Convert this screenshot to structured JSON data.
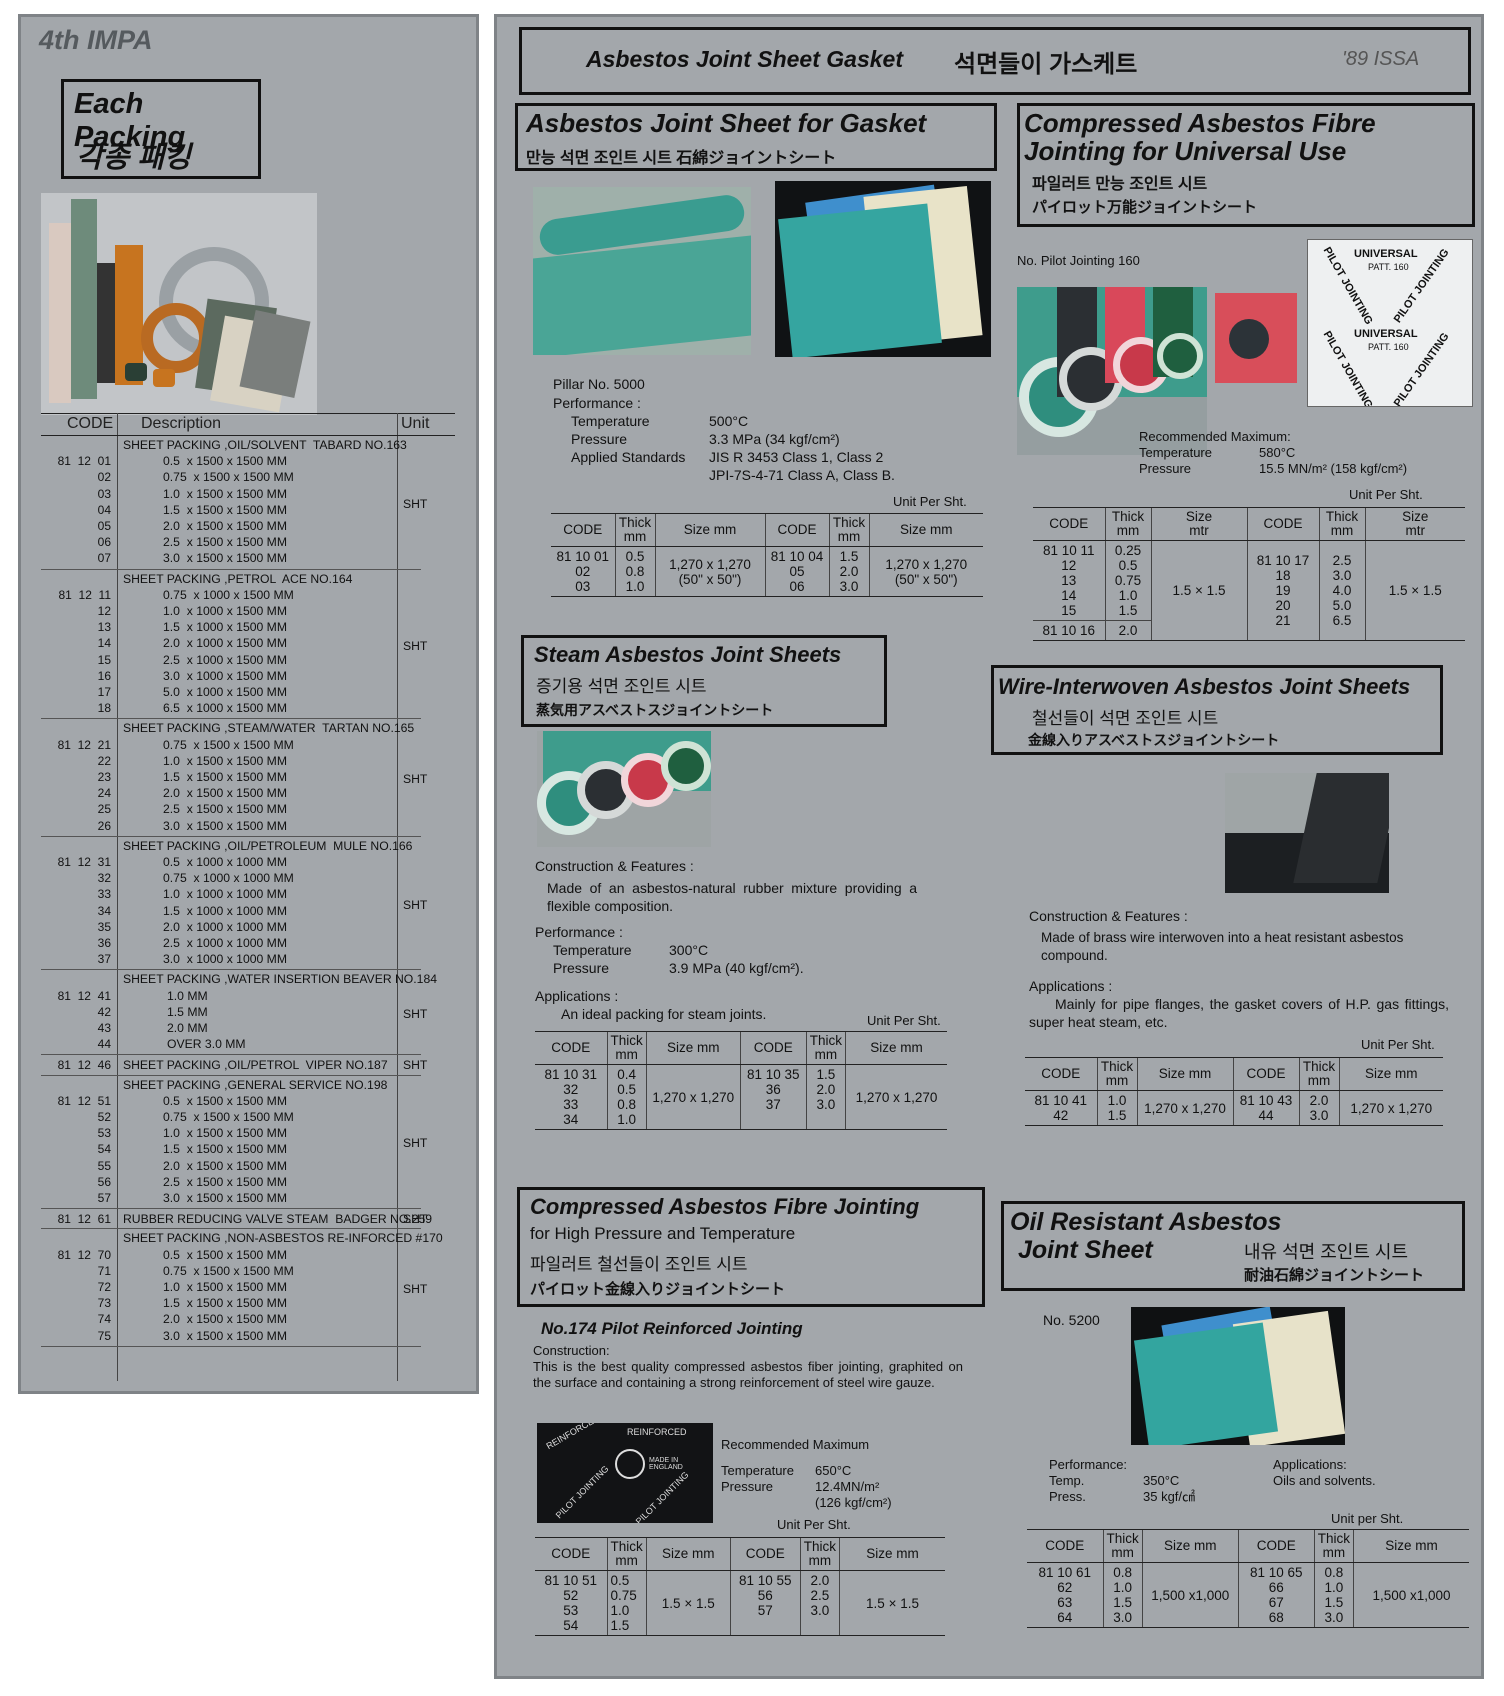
{
  "left": {
    "index_title": "4th IMPA",
    "title_en": "Each Packing",
    "title_ko": "각종 패킹",
    "headers": {
      "code": "CODE",
      "description": "Description",
      "unit": "Unit"
    },
    "groups": [
      {
        "title": "SHEET PACKING ,OIL/SOLVENT  TABARD NO.163",
        "codes": "81  12  01\n02\n03\n04\n05\n06\n07",
        "sizes": "0.5  x 1500 x 1500 MM\n0.75  x 1500 x 1500 MM\n1.0  x 1500 x 1500 MM\n1.5  x 1500 x 1500 MM\n2.0  x 1500 x 1500 MM\n2.5  x 1500 x 1500 MM\n3.0  x 1500 x 1500 MM",
        "unit": "SHT"
      },
      {
        "title": "SHEET PACKING ,PETROL  ACE NO.164",
        "codes": "81  12  11\n12\n13\n14\n15\n16\n17\n18",
        "sizes": "0.75  x 1000 x 1500 MM\n1.0  x 1000 x 1500 MM\n1.5  x 1000 x 1500 MM\n2.0  x 1000 x 1500 MM\n2.5  x 1000 x 1500 MM\n3.0  x 1000 x 1500 MM\n5.0  x 1000 x 1500 MM\n6.5  x 1000 x 1500 MM",
        "unit": "SHT"
      },
      {
        "title": "SHEET PACKING ,STEAM/WATER  TARTAN NO.165",
        "codes": "81  12  21\n22\n23\n24\n25\n26",
        "sizes": "0.75  x 1500 x 1500 MM\n1.0  x 1500 x 1500 MM\n1.5  x 1500 x 1500 MM\n2.0  x 1500 x 1500 MM\n2.5  x 1500 x 1500 MM\n3.0  x 1500 x 1500 MM",
        "unit": "SHT"
      },
      {
        "title": "SHEET PACKING ,OIL/PETROLEUM  MULE NO.166",
        "codes": "81  12  31\n32\n33\n34\n35\n36\n37",
        "sizes": "0.5  x 1000 x 1000 MM\n0.75  x 1000 x 1000 MM\n1.0  x 1000 x 1000 MM\n1.5  x 1000 x 1000 MM\n2.0  x 1000 x 1000 MM\n2.5  x 1000 x 1000 MM\n3.0  x 1000 x 1000 MM",
        "unit": "SHT"
      },
      {
        "title": "SHEET PACKING ,WATER INSERTION BEAVER NO.184",
        "codes": "81  12  41\n42\n43\n44",
        "sizes": "1.0 MM\n1.5 MM\n2.0 MM\nOVER 3.0 MM",
        "unit": "SHT"
      },
      {
        "title": "SHEET PACKING ,OIL/PETROL  VIPER NO.187",
        "codes": "81  12  46",
        "sizes": "",
        "unit": "SHT"
      },
      {
        "title": "SHEET PACKING ,GENERAL SERVICE NO.198",
        "codes": "81  12  51\n52\n53\n54\n55\n56\n57",
        "sizes": "0.5  x 1500 x 1500 MM\n0.75  x 1500 x 1500 MM\n1.0  x 1500 x 1500 MM\n1.5  x 1500 x 1500 MM\n2.0  x 1500 x 1500 MM\n2.5  x 1500 x 1500 MM\n3.0  x 1500 x 1500 MM",
        "unit": "SHT"
      },
      {
        "title": "RUBBER REDUCING VALVE STEAM  BADGER NO.259",
        "codes": "81  12  61",
        "sizes": "",
        "unit": "SHT"
      },
      {
        "title": "SHEET PACKING ,NON-ASBESTOS RE-INFORCED #170",
        "codes": "81  12  70\n71\n72\n73\n74\n75",
        "sizes": "0.5  x 1500 x 1500 MM\n0.75  x 1500 x 1500 MM\n1.0  x 1500 x 1500 MM\n1.5  x 1500 x 1500 MM\n2.0  x 1500 x 1500 MM\n3.0  x 1500 x 1500 MM",
        "unit": "SHT"
      }
    ]
  },
  "right": {
    "header": {
      "title": "Asbestos Joint Sheet Gasket",
      "title_ko": "석면들이 가스케트",
      "issa": "'89 ISSA"
    },
    "s1": {
      "title": "Asbestos Joint Sheet for Gasket",
      "subtitle": "만능 석면 조인트 시트  石綿ジョイントシート",
      "product": "Pillar No. 5000",
      "perf_label": "Performance :",
      "temp_label": "Temperature",
      "temp_val": "500°C",
      "press_label": "Pressure",
      "press_val": "3.3 MPa  (34 kgf/cm²)",
      "std_label": "Applied Standards",
      "std_val1": "JIS R 3453  Class 1, Class 2",
      "std_val2": "JPI-7S-4-71 Class A, Class B.",
      "unit": "Unit Per Sht.",
      "h_code": "CODE",
      "h_thick": "Thick\nmm",
      "h_size": "Size mm",
      "a_codes": "81 10 01\n02\n03",
      "a_thick": "0.5\n0.8\n1.0",
      "a_size": "1,270 x 1,270\n(50\" x 50\")",
      "b_codes": "81 10 04\n05\n06",
      "b_thick": "1.5\n2.0\n3.0",
      "b_size": "1,270 x 1,270\n(50\" x 50\")"
    },
    "s2": {
      "title1": "Compressed Asbestos Fibre",
      "title2": "Jointing  for Universal Use",
      "sub_ko": "파일러트 만능 조인트 시트",
      "sub_jp": "パイロット万能ジョイントシート",
      "product": "No. Pilot Jointing 160",
      "label_line1": "UNIVERSAL",
      "label_line2": "PATT. 160",
      "label_diag": "PILOT JOINTING",
      "rec_label": "Recommended Maximum:",
      "temp_label": "Temperature",
      "temp_val": "580°C",
      "press_label": "Pressure",
      "press_val": "15.5 MN/m² (158 kgf/cm²)",
      "unit": "Unit Per Sht.",
      "h_code": "CODE",
      "h_thick": "Thick\nmm",
      "h_size": "Size\nmtr",
      "a_codes": "81 10 11\n12\n13\n14\n15",
      "a_thick": "0.25\n0.5\n0.75\n1.0\n1.5",
      "a_size": "1.5 × 1.5",
      "a_extra_code": "81 10 16",
      "a_extra_thick": "2.0",
      "b_codes": "81 10 17\n18\n19\n20\n21",
      "b_thick": "2.5\n3.0\n4.0\n5.0\n6.5",
      "b_size": "1.5 × 1.5"
    },
    "s3": {
      "title": "Steam Asbestos Joint Sheets",
      "sub_ko": "증기용 석면 조인트 시트",
      "sub_jp": "蒸気用アスベストスジョイントシート",
      "cf_label": "Construction & Features :",
      "cf_text": "Made of an asbestos-natural rubber mixture providing a flexible composition.",
      "perf_label": "Performance :",
      "temp_label": "Temperature",
      "temp_val": "300°C",
      "press_label": "Pressure",
      "press_val": "3.9 MPa (40 kgf/cm²).",
      "app_label": "Applications :",
      "app_text": "An ideal packing for steam joints.",
      "unit": "Unit Per Sht.",
      "h_code": "CODE",
      "h_thick": "Thick\nmm",
      "h_size": "Size mm",
      "a_codes": "81 10 31\n32\n33\n34",
      "a_thick": "0.4\n0.5\n0.8\n1.0",
      "a_size": "1,270 x 1,270",
      "b_codes": "81 10 35\n36\n37",
      "b_thick": "1.5\n2.0\n3.0",
      "b_size": "1,270 x 1,270"
    },
    "s4": {
      "title": "Wire-Interwoven Asbestos Joint Sheets",
      "sub_ko": "철선들이 석면  조인트 시트",
      "sub_jp": "金線入りアスベストスジョイントシート",
      "cf_label": "Construction & Features :",
      "cf_text": "Made of brass wire interwoven into a heat resistant asbestos compound.",
      "app_label": "Applications :",
      "app_text": "Mainly for pipe flanges, the gasket covers of H.P. gas fittings, super heat steam, etc.",
      "unit": "Unit Per Sht.",
      "h_code": "CODE",
      "h_thick": "Thick\nmm",
      "h_size": "Size mm",
      "a_codes": "81 10 41\n42",
      "a_thick": "1.0\n1.5",
      "a_size": "1,270 x 1,270",
      "b_codes": "81 10 43\n44",
      "b_thick": "2.0\n3.0",
      "b_size": "1,270 x 1,270"
    },
    "s5": {
      "title": "Compressed Asbestos Fibre Jointing",
      "sub1": "for High Pressure and Temperature",
      "sub_ko": "파일러트 철선들이 조인트 시트",
      "sub_jp": "パイロット金線入りジョイントシート",
      "product": "No.174  Pilot Reinforced Jointing",
      "con_label": "Construction:",
      "con_text": "This is the best quality compressed asbestos fiber jointing, graphited on the surface and containing a strong reinforcement of steel wire gauze.",
      "photo_text1": "REINFORCED",
      "photo_text2": "MADE IN ENGLAND",
      "photo_text3": "PILOT JOINTING",
      "rec_label": "Recommended Maximum",
      "temp_label": "Temperature",
      "temp_val": "650°C",
      "press_label": "Pressure",
      "press_val": "12.4MN/m²",
      "press_val2": "(126 kgf/cm²)",
      "unit": "Unit Per Sht.",
      "h_code": "CODE",
      "h_thick": "Thick\nmm",
      "h_size": "Size mm",
      "a_codes": "81 10 51\n52\n53\n54",
      "a_thick": "0.5\n0.75\n1.0\n1.5",
      "a_size": "1.5 × 1.5",
      "b_codes": "81 10 55\n56\n57",
      "b_thick": "2.0\n2.5\n3.0",
      "b_size": "1.5 × 1.5"
    },
    "s6": {
      "title1": "Oil Resistant Asbestos",
      "title2": "Joint Sheet",
      "sub_ko": "내유 석면 조인트 시트",
      "sub_jp": "耐油石綿ジョイントシート",
      "product": "No. 5200",
      "perf_label": "Performance:",
      "temp_label": "Temp.",
      "temp_val": "350°C",
      "press_label": "Press.",
      "press_val": "35 kgf/㎠",
      "app_label": "Applications:",
      "app_text": "Oils and solvents.",
      "unit": "Unit per Sht.",
      "h_code": "CODE",
      "h_thick": "Thick\nmm",
      "h_size": "Size mm",
      "a_codes": "81 10 61\n62\n63\n64",
      "a_thick": "0.8\n1.0\n1.5\n3.0",
      "a_size": "1,500 x1,000",
      "b_codes": "81 10 65\n66\n67\n68",
      "b_thick": "0.8\n1.0\n1.5\n3.0",
      "b_size": "1,500 x1,000"
    }
  },
  "colors": {
    "panel": "#a3a7ab",
    "teal_sheet": "#2fa39a",
    "dark_roll": "#2b2f33",
    "red_roll": "#d9485a"
  }
}
